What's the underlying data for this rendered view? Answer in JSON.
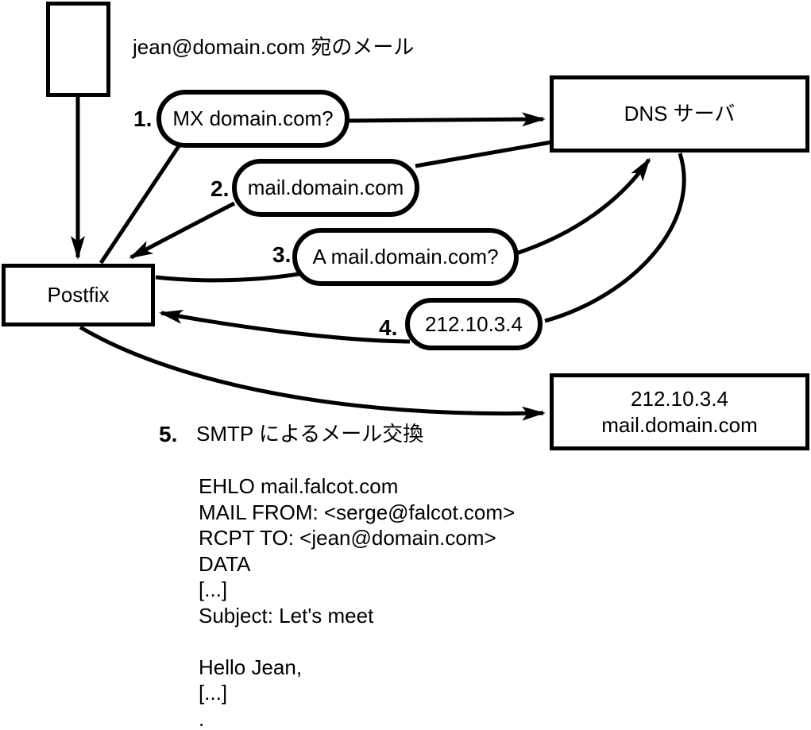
{
  "diagram": {
    "title_note": "jean@domain.com 宛のメール",
    "nodes": {
      "postfix": {
        "label": "Postfix"
      },
      "dns_server": {
        "label": "DNS サーバ"
      },
      "mail_server": {
        "line1": "212.10.3.4",
        "line2": "mail.domain.com"
      }
    },
    "steps": [
      {
        "num": "1.",
        "label": "MX domain.com?"
      },
      {
        "num": "2.",
        "label": "mail.domain.com"
      },
      {
        "num": "3.",
        "label": "A mail.domain.com?"
      },
      {
        "num": "4.",
        "label": "212.10.3.4"
      },
      {
        "num": "5.",
        "label": "SMTP によるメール交換"
      }
    ],
    "smtp_session": [
      "EHLO mail.falcot.com",
      "MAIL FROM: <serge@falcot.com>",
      "RCPT TO: <jean@domain.com>",
      "DATA",
      "[...]",
      "Subject: Let's meet",
      "",
      "Hello Jean,",
      "[...]",
      "."
    ],
    "colors": {
      "ink": "#000000",
      "background": "#ffffff"
    }
  }
}
